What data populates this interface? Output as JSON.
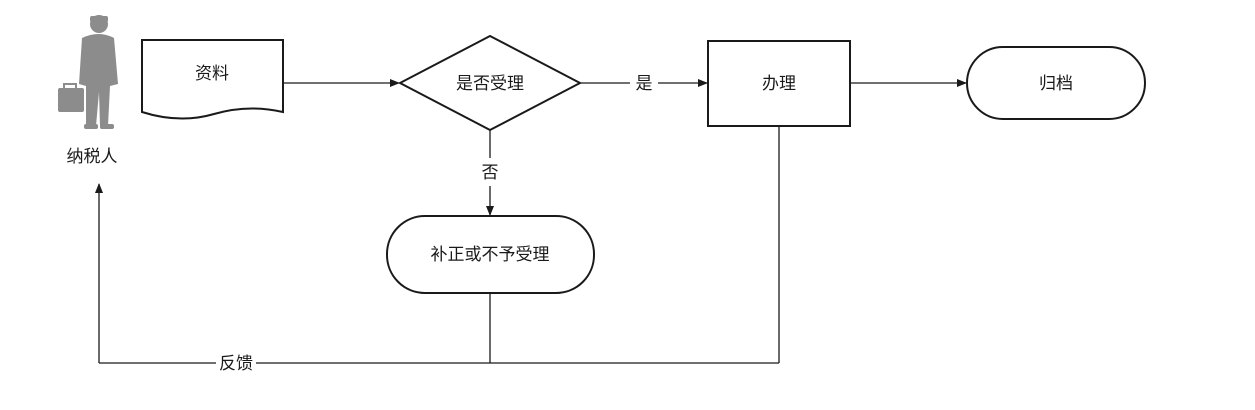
{
  "actor": {
    "label": "纳税人"
  },
  "nodes": {
    "materials": "资料",
    "decision": "是否受理",
    "process": "办理",
    "archive": "归档",
    "reject": "补正或不予受理"
  },
  "edge_labels": {
    "yes": "是",
    "no": "否",
    "feedback": "反馈"
  },
  "colors": {
    "stroke": "#1a1a1a",
    "actor_figure": "#8c8c8c",
    "background": "#ffffff"
  }
}
